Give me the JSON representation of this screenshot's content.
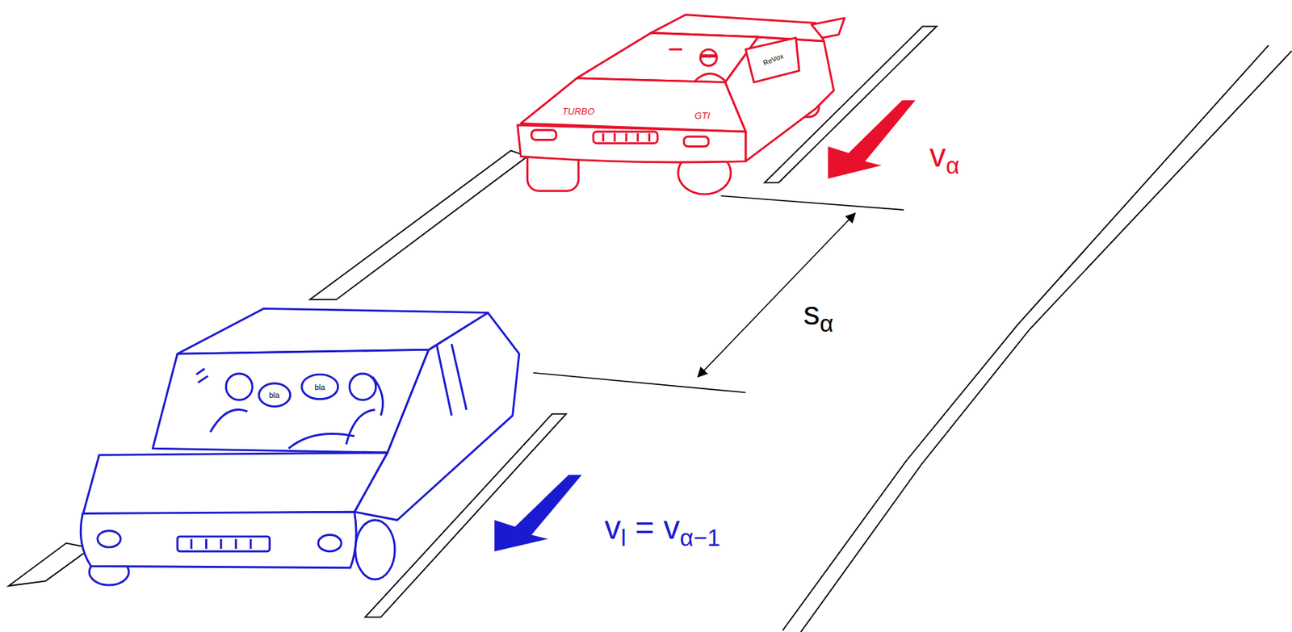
{
  "diagram": {
    "labels": [
      "vα",
      "sα",
      "vl = vα−1",
      "TURBO",
      "GTI",
      "ReVox",
      "bla",
      "bla"
    ]
  }
}
